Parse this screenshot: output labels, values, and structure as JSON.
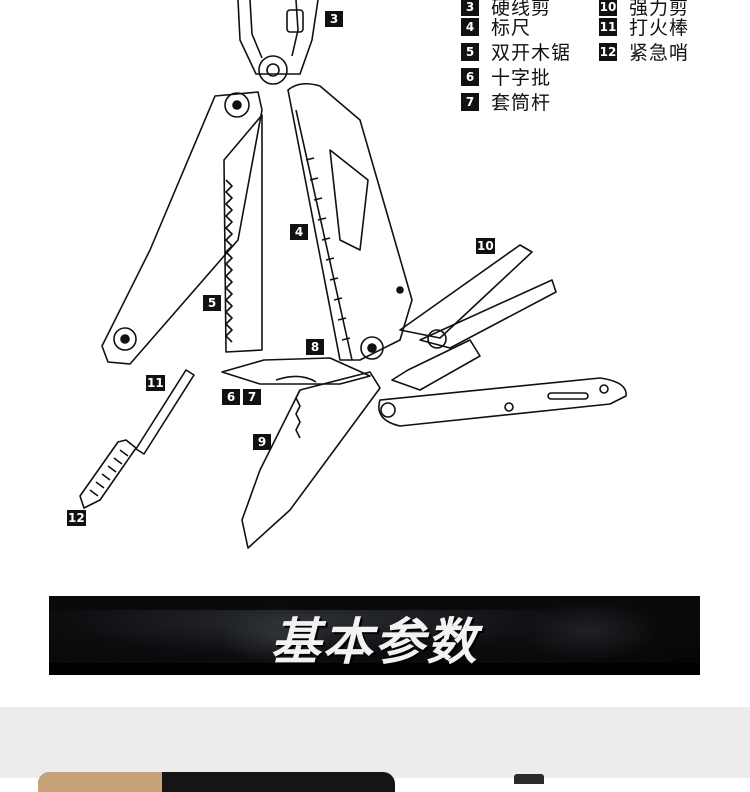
{
  "callouts": {
    "c3": "3",
    "c4": "4",
    "c5": "5",
    "c6": "6",
    "c7": "7",
    "c8": "8",
    "c9": "9",
    "c10": "10",
    "c11": "11",
    "c12": "12"
  },
  "legend": {
    "left": [
      {
        "num": "3",
        "text": "硬线剪"
      },
      {
        "num": "4",
        "text": "标尺"
      },
      {
        "num": "5",
        "text": "双开木锯"
      },
      {
        "num": "6",
        "text": "十字批"
      },
      {
        "num": "7",
        "text": "套筒杆"
      }
    ],
    "right": [
      {
        "num": "10",
        "text": "强力剪"
      },
      {
        "num": "11",
        "text": "打火棒"
      },
      {
        "num": "12",
        "text": "紧急哨"
      }
    ]
  },
  "banner": {
    "title": "基本参数"
  },
  "colors": {
    "ink": "#111111",
    "banner_bg": "#0c0d0f",
    "band": "#ececec",
    "tan": "#c8a37a"
  }
}
